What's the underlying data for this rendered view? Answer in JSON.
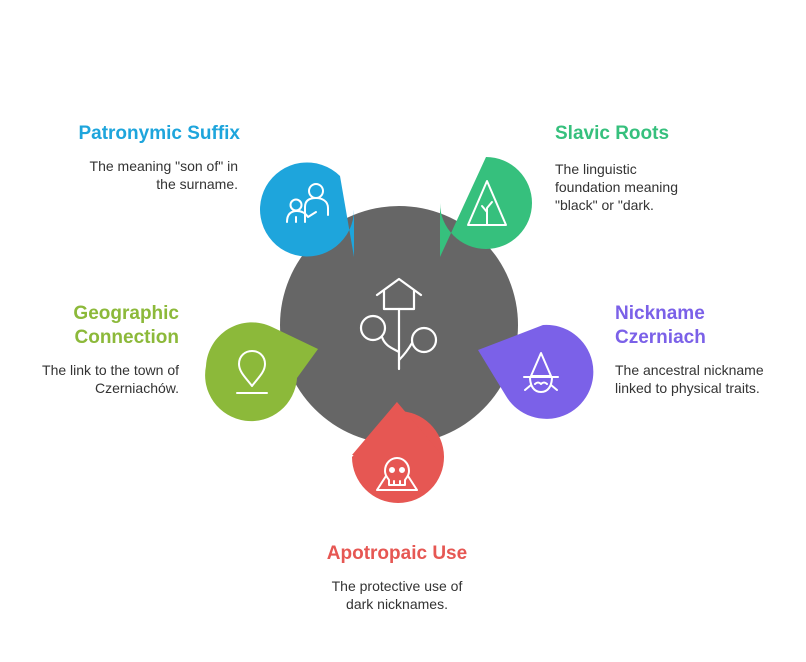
{
  "colors": {
    "hub": "#666666",
    "patronymic": "#1ea5dc",
    "slavic": "#36c07d",
    "nickname": "#7b61e8",
    "apotropaic": "#e65753",
    "geographic": "#8cb93a"
  },
  "hub": {
    "icon": "branching-tree-house-icon"
  },
  "items": {
    "patronymic": {
      "title": "Patronymic Suffix",
      "desc1": "The meaning \"son of\" in",
      "desc2": "the surname.",
      "icon": "parent-child-icon"
    },
    "slavic": {
      "title": "Slavic Roots",
      "desc1": "The linguistic",
      "desc2": "foundation meaning",
      "desc3": "\"black\" or \"dark.",
      "icon": "tent-tree-icon"
    },
    "nickname": {
      "title1": "Nickname",
      "title2": "Czerniach",
      "desc1": "The ancestral nickname",
      "desc2": "linked to physical traits.",
      "icon": "witch-icon"
    },
    "apotropaic": {
      "title": "Apotropaic Use",
      "desc1": "The protective use of",
      "desc2": "dark nicknames.",
      "icon": "skull-icon"
    },
    "geographic": {
      "title1": "Geographic",
      "title2": "Connection",
      "desc1": "The link to the town of",
      "desc2": "Czerniachów.",
      "icon": "location-pin-icon"
    }
  }
}
